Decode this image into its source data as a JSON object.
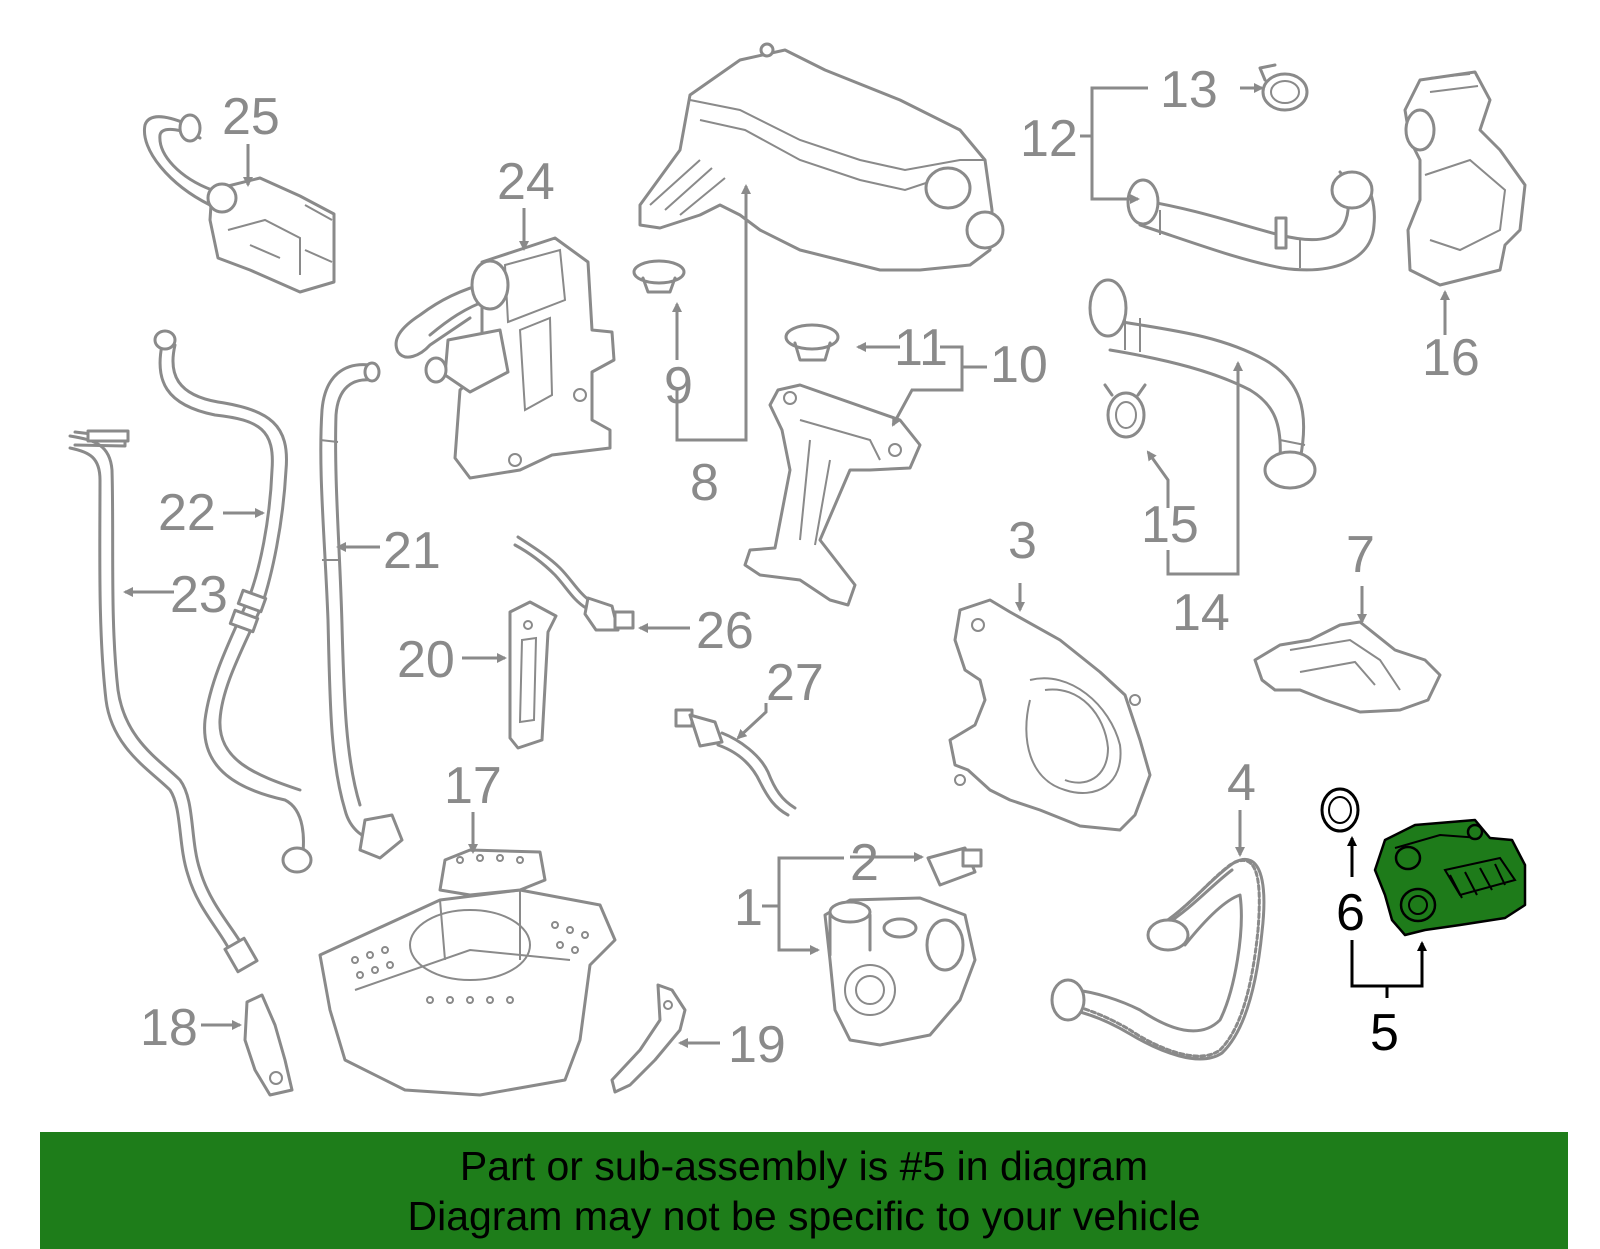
{
  "callouts": {
    "c1": "1",
    "c2": "2",
    "c3": "3",
    "c4": "4",
    "c5": "5",
    "c6": "6",
    "c7": "7",
    "c8": "8",
    "c9": "9",
    "c10": "10",
    "c11": "11",
    "c12": "12",
    "c13": "13",
    "c14": "14",
    "c15": "15",
    "c16": "16",
    "c17": "17",
    "c18": "18",
    "c19": "19",
    "c20": "20",
    "c21": "21",
    "c22": "22",
    "c23": "23",
    "c24": "24",
    "c25": "25",
    "c26": "26",
    "c27": "27"
  },
  "highlighted_part": "5",
  "colors": {
    "line": "#8a8a8a",
    "highlight": "#1e7b1a",
    "banner": "#1e7d1a",
    "text": "#000000"
  },
  "banner": {
    "line1": "Part or sub-assembly is #5 in diagram",
    "line2": "Diagram may not be specific to your vehicle"
  }
}
